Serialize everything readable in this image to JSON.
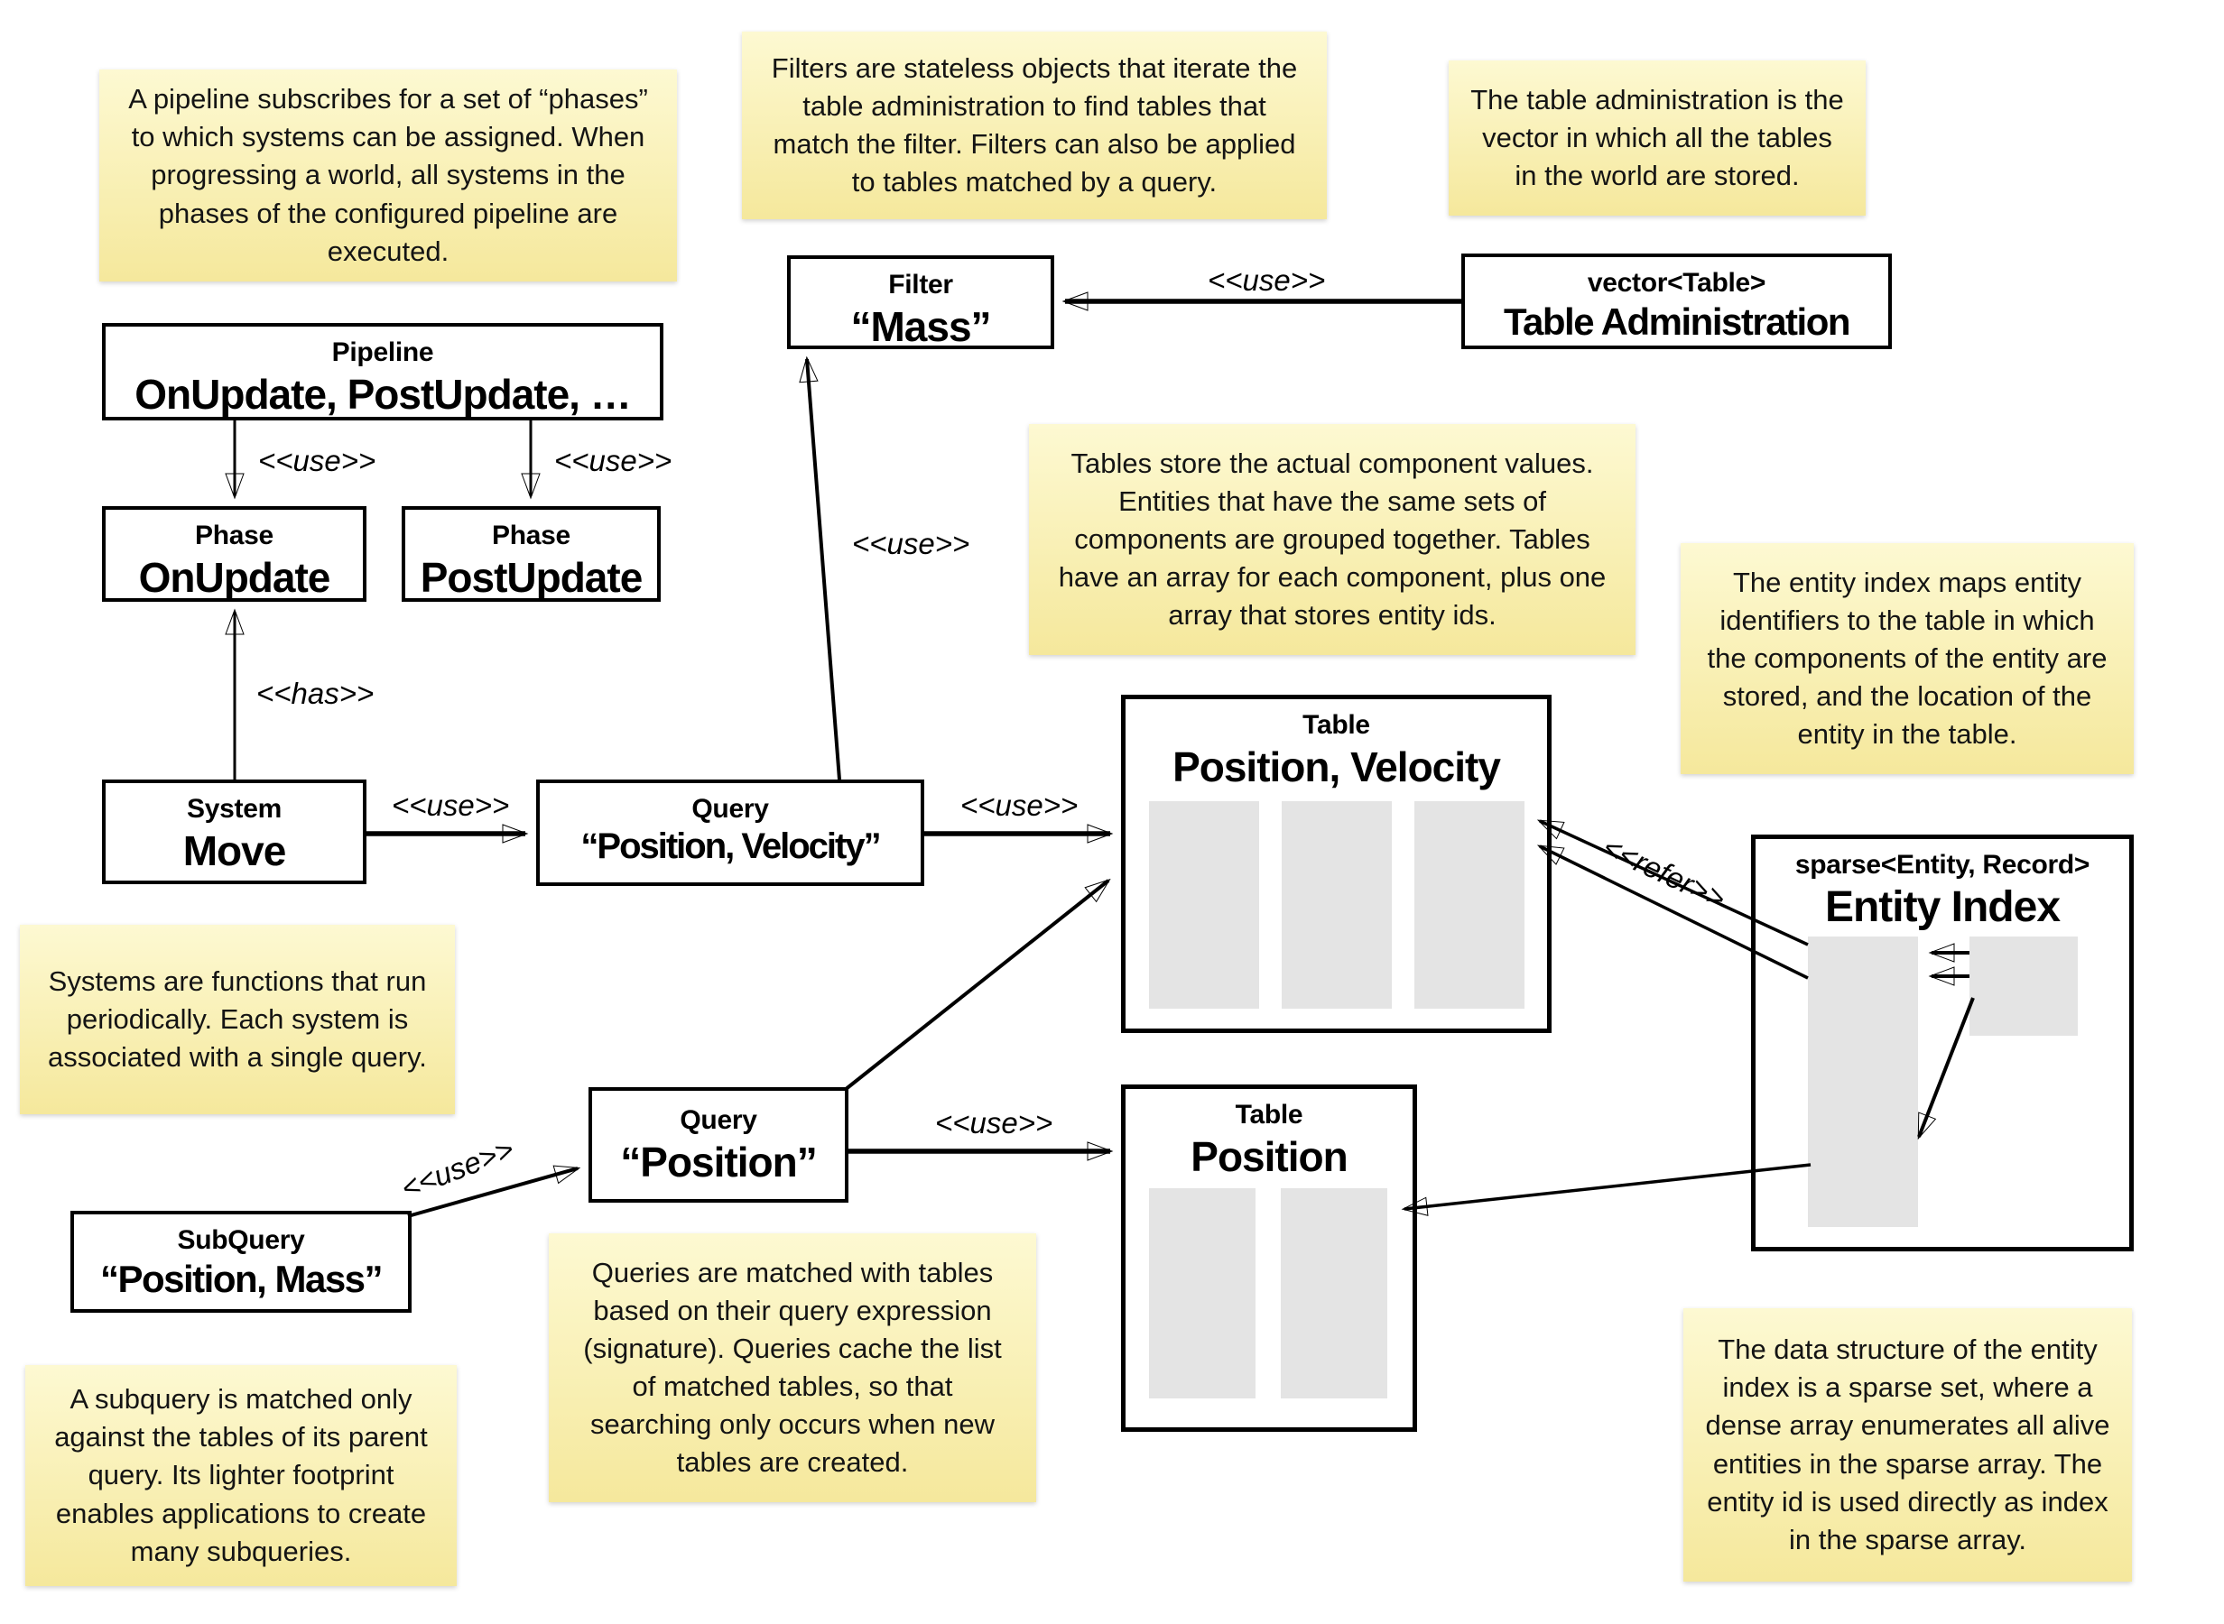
{
  "title": "ECS architecture diagram",
  "colors": {
    "note_top": "#fdf9d2",
    "note_bottom": "#f5e89c",
    "node_border": "#000000",
    "node_background": "#ffffff",
    "array_slot": "#e4e4e4",
    "connector": "#000000"
  },
  "labels": {
    "use": "<<use>>",
    "has": "<<has>>",
    "refer": "<<refer>>"
  },
  "nodes": {
    "pipeline": {
      "stereotype": "Pipeline",
      "name": "OnUpdate, PostUpdate, …"
    },
    "phase_onupdate": {
      "stereotype": "Phase",
      "name": "OnUpdate"
    },
    "phase_postupdate": {
      "stereotype": "Phase",
      "name": "PostUpdate"
    },
    "system_move": {
      "stereotype": "System",
      "name": "Move"
    },
    "query_pv": {
      "stereotype": "Query",
      "name": "“Position, Velocity”"
    },
    "filter_mass": {
      "stereotype": "Filter",
      "name": "“Mass”"
    },
    "table_admin": {
      "stereotype": "vector<Table>",
      "name": "Table Administration"
    },
    "table_pv": {
      "stereotype": "Table",
      "name": "Position, Velocity"
    },
    "table_pos": {
      "stereotype": "Table",
      "name": "Position"
    },
    "entity_index": {
      "stereotype": "sparse<Entity, Record>",
      "name": "Entity Index"
    },
    "query_pos": {
      "stereotype": "Query",
      "name": "“Position”"
    },
    "subquery": {
      "stereotype": "SubQuery",
      "name": "“Position, Mass”"
    }
  },
  "notes": {
    "pipeline": "A pipeline subscribes for a set of “phases” to which systems can be assigned. When progressing a world, all systems in the phases of the configured pipeline are executed.",
    "filters": "Filters are stateless objects that iterate the table administration to find tables that match the filter. Filters can also be applied to tables matched by a query.",
    "table_admin": "The table administration is the vector in which all the tables in the world are stored.",
    "tables": "Tables store the actual component values. Entities that have the same sets of components are grouped together. Tables have an array for each component, plus one array that stores entity ids.",
    "entity_index": "The entity index maps entity identifiers to the table in which the components of the entity are stored, and the location of the entity in the table.",
    "systems": "Systems are functions that run periodically. Each system is associated with a single query.",
    "queries": "Queries are matched with tables based on their query expression (signature). Queries cache the list of matched tables, so that searching only occurs when new tables are created.",
    "subquery": "A subquery is matched only against the tables of its parent query. Its lighter footprint enables applications to create many subqueries.",
    "sparse_set": "The data structure of the entity index is a sparse set, where a dense array enumerates all alive entities in the sparse array. The entity id is used directly as index in the sparse array."
  }
}
